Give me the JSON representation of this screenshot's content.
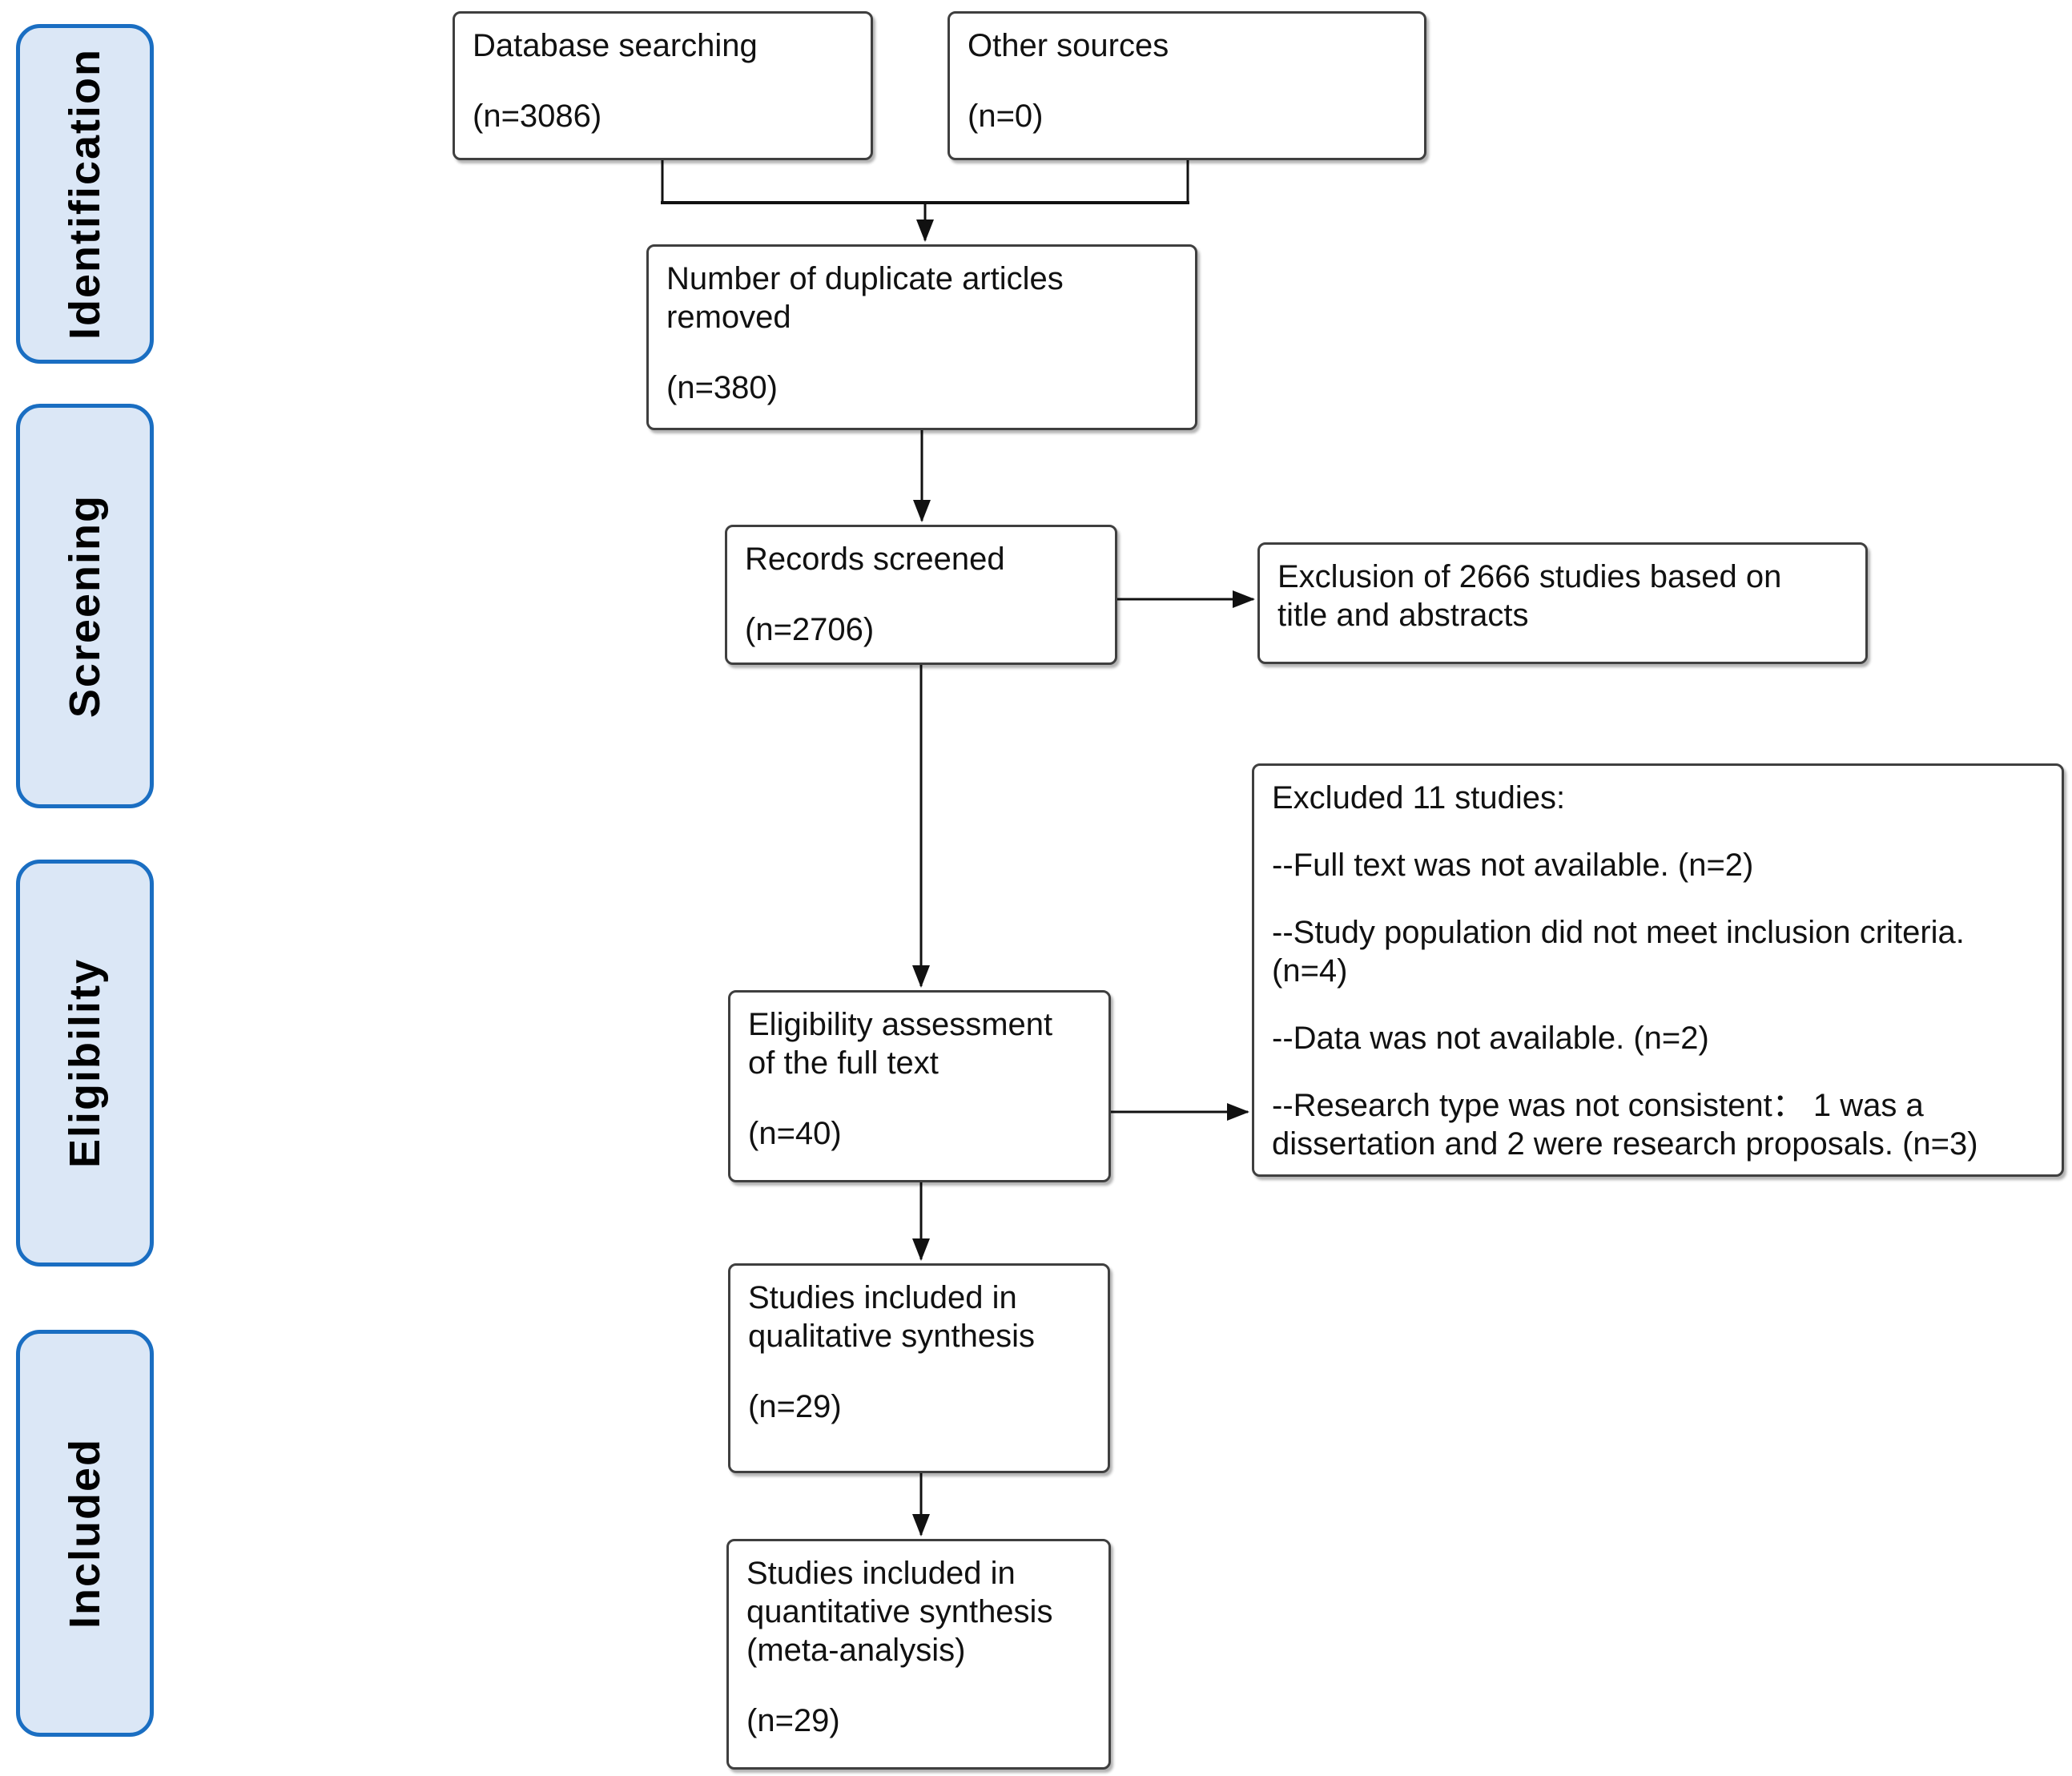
{
  "diagram": {
    "sidebar": {
      "stages": [
        {
          "label": "Identification"
        },
        {
          "label": "Screening"
        },
        {
          "label": "Eligibility"
        },
        {
          "label": "Included"
        }
      ]
    },
    "boxes": {
      "database": {
        "lines": [
          "Database searching"
        ],
        "count": "(n=3086)"
      },
      "other_sources": {
        "lines": [
          "Other sources"
        ],
        "count": "(n=0)"
      },
      "duplicates_removed": {
        "lines": [
          "Number of duplicate articles",
          "removed"
        ],
        "count": "(n=380)"
      },
      "records_screened": {
        "lines": [
          "Records screened"
        ],
        "count": "(n=2706)"
      },
      "exclusion_title_abstract": {
        "lines": [
          "Exclusion of 2666 studies based on",
          "title and abstracts"
        ]
      },
      "eligibility_assessment": {
        "lines": [
          "Eligibility assessment",
          "of the full text"
        ],
        "count": "(n=40)"
      },
      "excluded_full_text": {
        "heading": "Excluded 11 studies:",
        "items": [
          "--Full text was not available. (n=2)",
          "--Study population did not meet inclusion criteria. (n=4)",
          "--Data was not available. (n=2)",
          "--Research type was not consistent： 1 was a dissertation and 2 were research proposals. (n=3)"
        ]
      },
      "qualitative": {
        "lines": [
          "Studies included in",
          "qualitative synthesis"
        ],
        "count": "(n=29)"
      },
      "quantitative": {
        "lines": [
          "Studies included in",
          "quantitative synthesis",
          "(meta-analysis)"
        ],
        "count": "(n=29)"
      }
    },
    "colors": {
      "stage_fill": "#dbe7f6",
      "stage_border": "#1a6ec2",
      "box_border": "#3f3f3f",
      "connector": "#111111"
    }
  }
}
